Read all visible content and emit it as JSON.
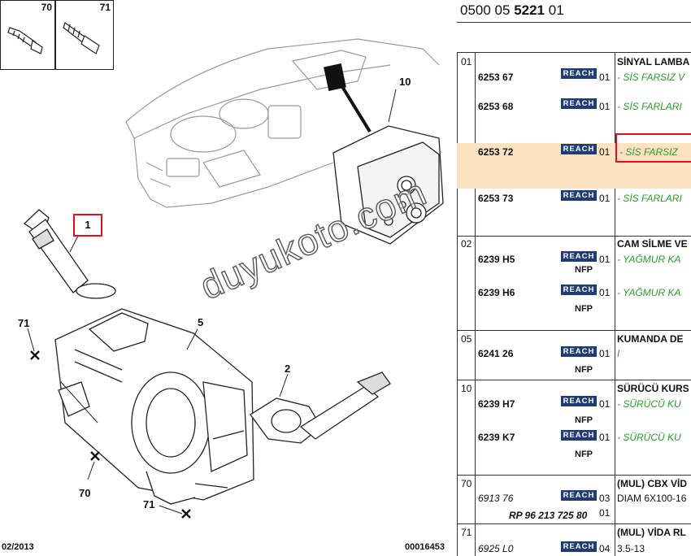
{
  "drawing": {
    "screws": [
      {
        "num": "70"
      },
      {
        "num": "71"
      }
    ],
    "callouts": {
      "c1": "1",
      "c2": "2",
      "c5": "5",
      "c10": "10",
      "c70": "70",
      "c71_left": "71",
      "c71_bottom": "71"
    },
    "watermark": "duyukoto.com",
    "footer_date": "02/2013",
    "footer_code": "00016453"
  },
  "table": {
    "reference": {
      "prefix": "0500 05",
      "bold": "5221",
      "suffix": "01"
    },
    "groups": [
      {
        "num": "01",
        "heading": "SİNYAL LAMBA",
        "lines": [
          {
            "ref": "6253 67",
            "badge": "REACH",
            "qty": "01",
            "desc": "- SİS FARSIZ V"
          },
          {
            "ref": "6253 68",
            "badge": "REACH",
            "qty": "01",
            "desc": "- SİS FARLARI"
          },
          {
            "ref": "6253 72",
            "badge": "REACH",
            "qty": "01",
            "desc": "- SİS FARSIZ",
            "highlight": true
          },
          {
            "ref": "6253 73",
            "badge": "REACH",
            "qty": "01",
            "desc": "- SİS FARLARI"
          }
        ]
      },
      {
        "num": "02",
        "heading": "CAM SİLME VE",
        "lines": [
          {
            "ref": "6239 H5",
            "badge": "REACH",
            "nfp": "NFP",
            "qty": "01",
            "desc": "- YAĞMUR KA"
          },
          {
            "ref": "6239 H6",
            "badge": "REACH",
            "nfp": "NFP",
            "qty": "01",
            "desc": "- YAĞMUR KA"
          }
        ]
      },
      {
        "num": "05",
        "heading": "KUMANDA DE",
        "lines": [
          {
            "ref": "6241 26",
            "badge": "REACH",
            "nfp": "NFP",
            "qty": "01",
            "desc": "I"
          }
        ]
      },
      {
        "num": "10",
        "heading": "SÜRÜCÜ KURS",
        "lines": [
          {
            "ref": "6239 H7",
            "badge": "REACH",
            "nfp": "NFP",
            "qty": "01",
            "desc": "- SÜRÜCÜ KU"
          },
          {
            "ref": "6239 K7",
            "badge": "REACH",
            "nfp": "NFP",
            "qty": "01",
            "desc": "- SÜRÜCÜ KU"
          }
        ]
      },
      {
        "num": "70",
        "heading": "(MUL) CBX VİD",
        "lines": [
          {
            "ref": "6913 76",
            "badge": "REACH",
            "qty": "03",
            "desc": "DIAM 6X100-16"
          },
          {
            "rp": "RP 96 213 725 80",
            "qty": "01"
          }
        ]
      },
      {
        "num": "71",
        "heading": "(MUL) VİDA RL",
        "lines": [
          {
            "ref": "6925 L0",
            "badge": "REACH",
            "qty": "04",
            "desc": "3.5-13"
          }
        ]
      }
    ]
  }
}
